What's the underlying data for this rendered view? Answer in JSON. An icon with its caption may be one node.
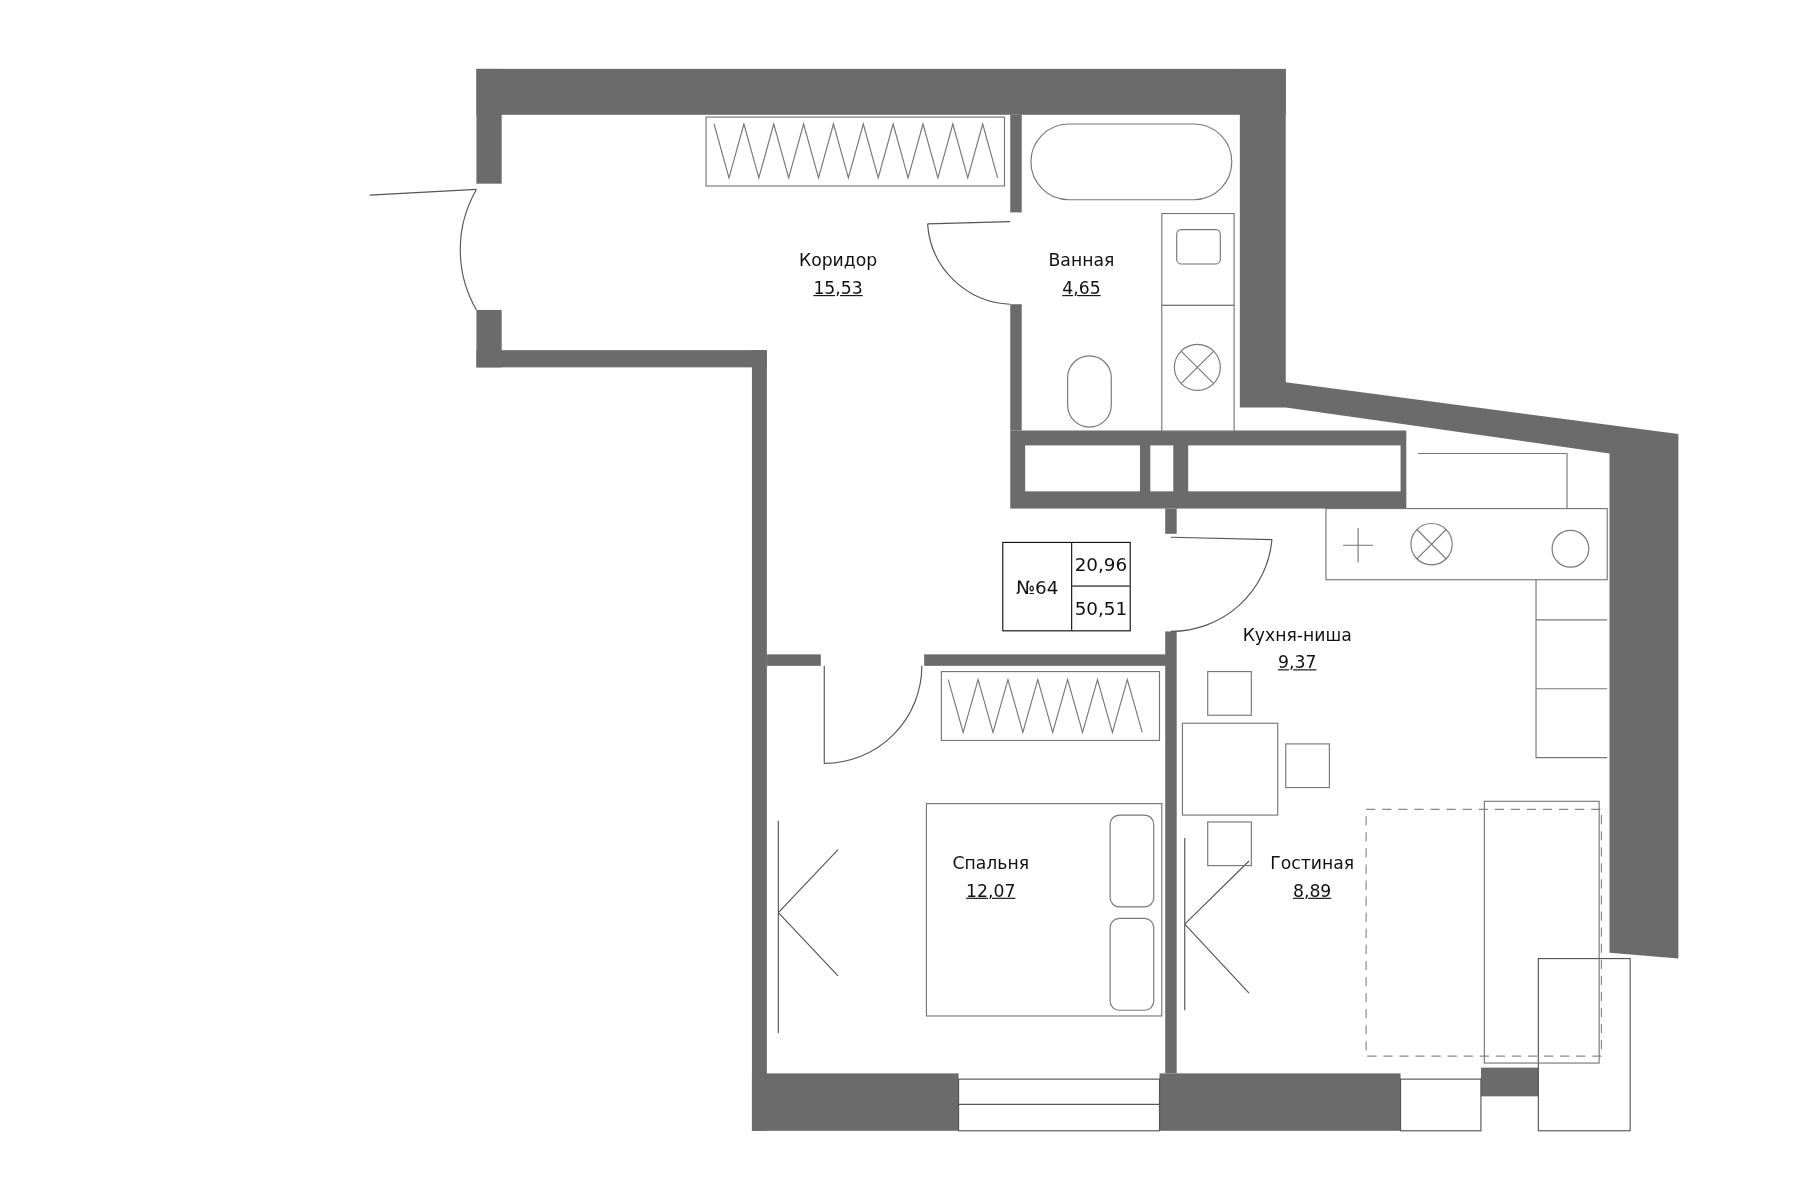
{
  "diagram": {
    "nodes": [
      {
        "text": [
          "Коридор",
          "15,53"
        ]
      },
      {
        "text": [
          "Ванная",
          "4,65"
        ]
      },
      {
        "text": [
          "№64",
          "20,96",
          "50,51"
        ]
      },
      {
        "text": [
          "Кухня-ниша",
          "9,37"
        ]
      },
      {
        "text": [
          "Спальня",
          "12,07"
        ]
      },
      {
        "text": [
          "Гостиная",
          "8,89"
        ]
      }
    ]
  }
}
